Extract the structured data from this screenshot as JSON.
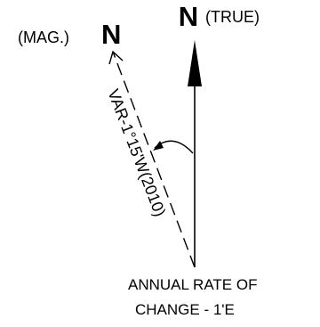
{
  "true_north": {
    "symbol": "N",
    "label": "(TRUE)"
  },
  "magnetic_north": {
    "label": "(MAG.)",
    "symbol": "N"
  },
  "variation": {
    "text": "VAR-1°15'W(2010)"
  },
  "annual_rate": {
    "line1": "ANNUAL RATE OF",
    "line2": "CHANGE - 1'E"
  },
  "colors": {
    "ink": "#000000",
    "background": "#ffffff"
  }
}
